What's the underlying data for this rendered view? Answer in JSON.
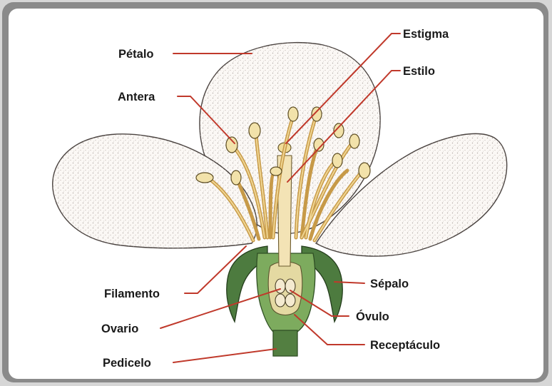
{
  "diagram": {
    "labels": {
      "petalo": "Pétalo",
      "antera": "Antera",
      "filamento": "Filamento",
      "ovario": "Ovario",
      "pedicelo": "Pedicelo",
      "estigma": "Estigma",
      "estilo": "Estilo",
      "sepalo": "Sépalo",
      "ovulo": "Óvulo",
      "receptaculo": "Receptáculo"
    },
    "colors": {
      "frame": "#8a8a8a",
      "leader_line": "#c0392b",
      "petal_fill": "#fbf8f5",
      "petal_stipple": "#a39a95",
      "stamen": "#e8c274",
      "sepal": "#4d7b3f",
      "receptacle": "#7dab5e",
      "label_text": "#1a1a1a"
    }
  }
}
